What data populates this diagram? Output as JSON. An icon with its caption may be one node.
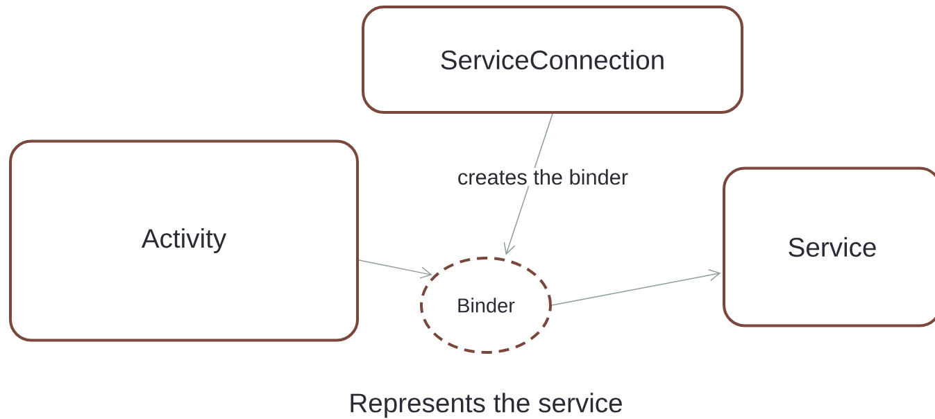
{
  "diagram": {
    "nodes": [
      {
        "text": [
          "ServiceConnection"
        ]
      },
      {
        "text": [
          "Activity"
        ]
      },
      {
        "text": [
          "Binder"
        ],
        "beside": [
          "Represents the service"
        ]
      },
      {
        "text": [
          "Service"
        ]
      }
    ],
    "edges": [
      {
        "from": 0,
        "to": 2,
        "arrow": "to",
        "label": "creates the binder"
      },
      {
        "from": 1,
        "to": 2,
        "arrow": "to"
      },
      {
        "from": 2,
        "to": 3,
        "arrow": "to"
      }
    ]
  }
}
